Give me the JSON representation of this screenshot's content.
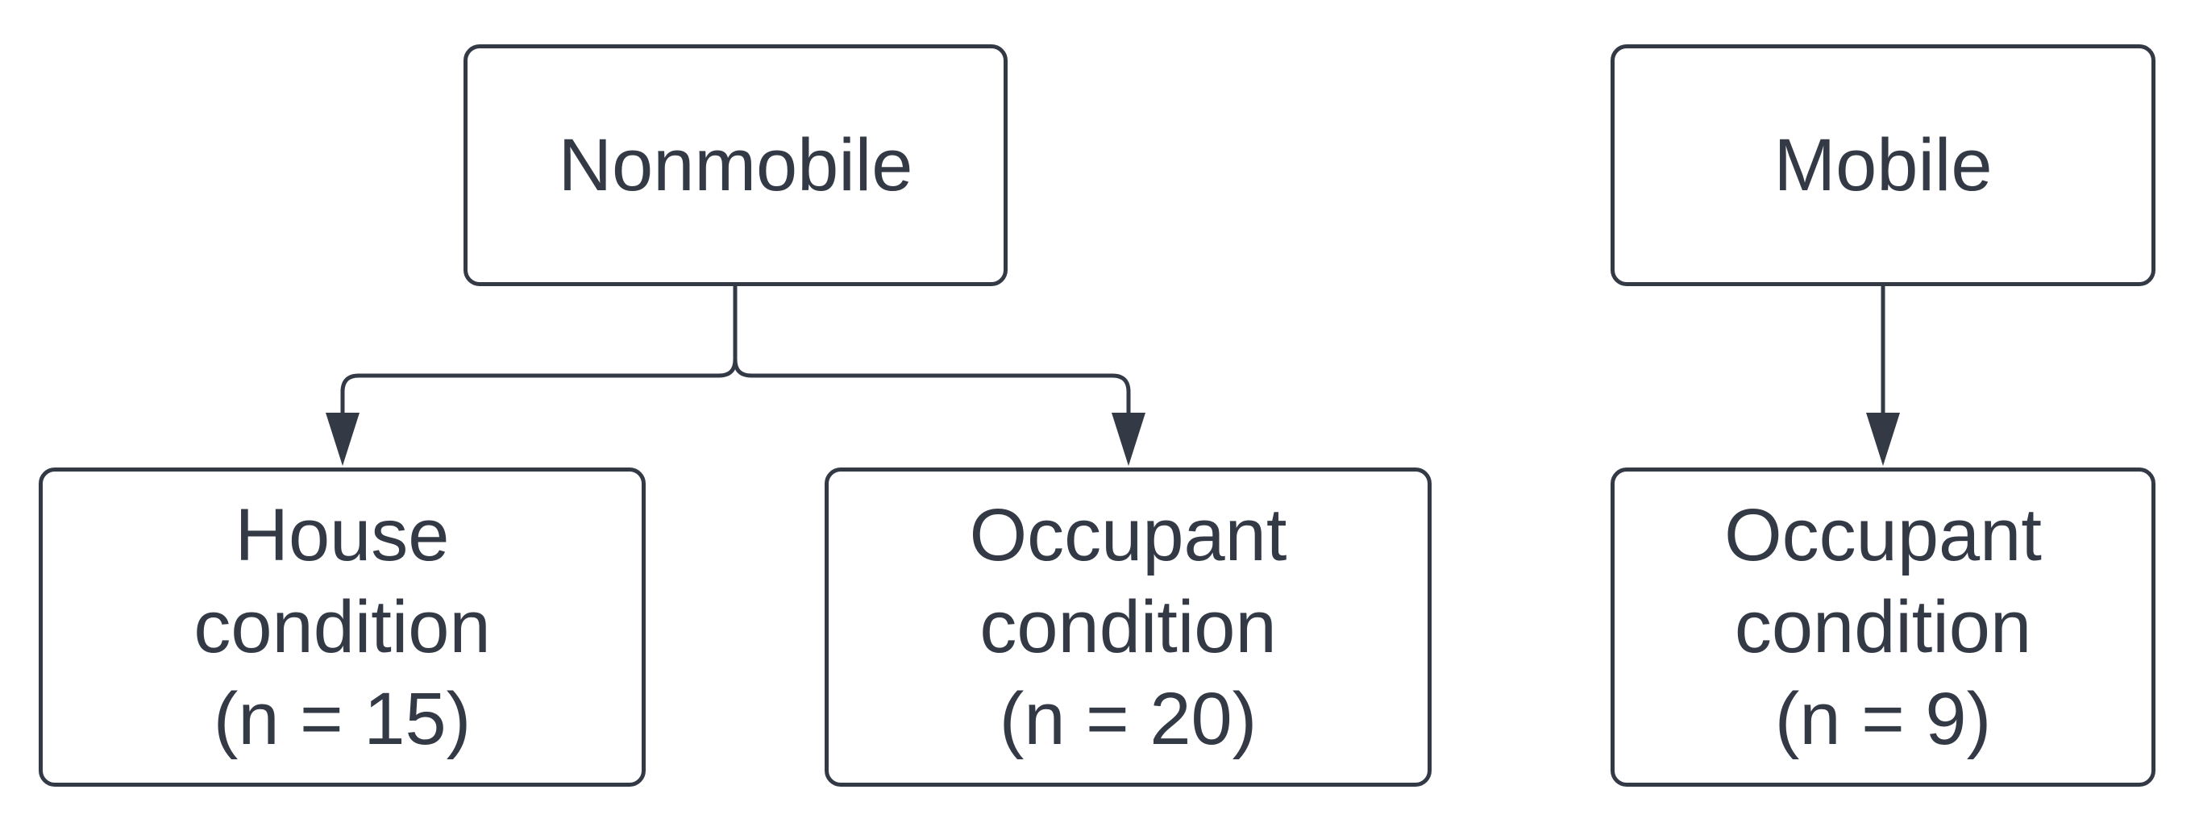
{
  "diagram": {
    "colors": {
      "stroke": "#333a45",
      "background": "#ffffff"
    },
    "nodes": {
      "nonmobile": {
        "lines": [
          "Nonmobile"
        ]
      },
      "mobile": {
        "lines": [
          "Mobile"
        ]
      },
      "house_condition": {
        "lines": [
          "House",
          "condition",
          "(n = 15)"
        ]
      },
      "occupant_condition_nonmobile": {
        "lines": [
          "Occupant",
          "condition",
          "(n = 20)"
        ]
      },
      "occupant_condition_mobile": {
        "lines": [
          "Occupant",
          "condition",
          "(n = 9)"
        ]
      }
    },
    "edges": [
      {
        "from": "nonmobile",
        "to": "house_condition"
      },
      {
        "from": "nonmobile",
        "to": "occupant_condition_nonmobile"
      },
      {
        "from": "mobile",
        "to": "occupant_condition_mobile"
      }
    ]
  }
}
